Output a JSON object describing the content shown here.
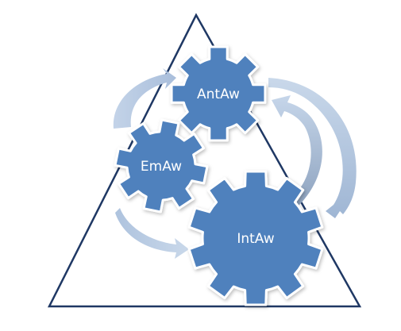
{
  "colors": {
    "gear_fill": "#4f81bd",
    "gear_outline": "#ffffff",
    "triangle_stroke": "#1f3864",
    "arrow_light": "#b9cce4",
    "arrow_mid": "#a6bcd9",
    "arrow_dark": "#8ea6c6"
  },
  "gears": [
    {
      "id": "antaw",
      "label": "AntAw"
    },
    {
      "id": "emaw",
      "label": "EmAw"
    },
    {
      "id": "intaw",
      "label": "IntAw"
    }
  ]
}
